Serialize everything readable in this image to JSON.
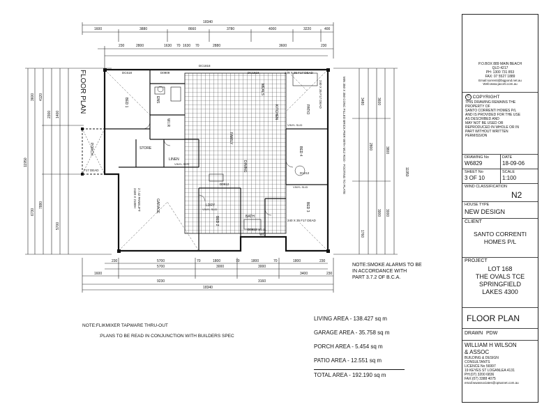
{
  "drawing": {
    "title_vertical": "FLOOR PLAN",
    "overall_width": "18340",
    "top_dims_row1": [
      "1600",
      "3880",
      "8660",
      "3780",
      "4000",
      "3220",
      "400"
    ],
    "top_dims_row2": [
      "230",
      "2800",
      "1630",
      "70",
      "1630",
      "70",
      "2880",
      "3600",
      "230"
    ],
    "bottom_dims_row1": [
      "230",
      "5700",
      "70",
      "1800",
      "70",
      "1800",
      "70",
      "1800",
      "230"
    ],
    "bottom_dims_row2": [
      "5700",
      "3000",
      "3000"
    ],
    "bottom_dims_row3": [
      "1600",
      "9230",
      "3160",
      "3400",
      "230"
    ],
    "bottom_overall": "18340",
    "left_overall": "11950",
    "right_overall": "11950",
    "left_dims": [
      "3600",
      "4120",
      "2300",
      "1400",
      "7880",
      "5700",
      "6730"
    ],
    "right_dims": [
      "3480",
      "2800",
      "3600",
      "3800",
      "3900",
      "3000",
      "1760"
    ],
    "rooms": {
      "bed1": "BED 1",
      "bed2": "BED 2",
      "bed3": "BED 3",
      "bed4": "BED 4",
      "garage": "GARAGE",
      "patio": "PATIO",
      "store": "STORE",
      "linen": "LINEN",
      "ens": "ENS",
      "porch": "PORCH",
      "wir": "W.I.R",
      "kitchen": "KITCHEN",
      "family": "FAMILY",
      "dining": "DINING",
      "meals": "MEALS",
      "laundry": "LDRY",
      "bath": "BATH",
      "wc": "WC"
    },
    "openings": [
      "DC618",
      "D0909",
      "DC1818",
      "DC1818",
      "D0912",
      "D0912",
      "D1212"
    ],
    "beams": [
      "240 X 35 F17 DEAD",
      "240 X 35 F17 DEAD",
      "240 X 35 F17 DEAD",
      "F17 DEAD"
    ],
    "misc_labels": [
      "VINYL SLID",
      "VINYL SLID",
      "VINYL SLID",
      "VINYL SLID",
      "1/3 GL"
    ],
    "pier_note": "MIN 350 X 350 CONC FILLED BRICK PIER WITH M12 ROD - FOOTING TO PLATE",
    "garage_note": "2 / 42 PANELIFT\n2430 X 2100H",
    "smoke_note": "NOTE:SMOKE ALARMS TO BE\nIN ACCORDANCE WITH\nPART 3.7.2 OF B.C.A.",
    "flick_note": "NOTE:FLIKMIXER TAPWARE THRU-OUT",
    "plans_note": ":PLANS TO BE READ IN CONJUNCTION WITH BUILDERS SPEC",
    "areas": [
      {
        "label": "LIVING AREA - 138.427 sq m"
      },
      {
        "label": "GARAGE AREA - 35.758 sq m"
      },
      {
        "label": "PORCH AREA - 5.454 sq m"
      },
      {
        "label": "PATIO AREA - 12.551 sq m"
      }
    ],
    "total_area": "TOTAL AREA - 192.190 sq m"
  },
  "title_block": {
    "address_lines": [
      "P.O.BOX 889 MAIN BEACH",
      "QLD 4217",
      "PH: 1300 731 853",
      "FAX: 07 5527 1889",
      "Email:sorrenti@bigpond.net.au",
      "Web:www.jacorti.com.au"
    ],
    "copyright_heading": "COPYRIGHT",
    "copyright_text": [
      "THIS DRAWING REMAINS THE",
      "PROPERTY OF",
      "SANTO CORRENTI HOMES P/L",
      "AND IS PROVIDED FOR THE USE",
      "AS DESCRIBED AND",
      "MAY NOT BE USED OR",
      "REPRODUCED IN WHOLE OR IN",
      "PART WITHOUT WRITTEN",
      "PERMISSION"
    ],
    "drawing_no_label": "DRAWING No",
    "drawing_no": "W6829",
    "date_label": "DATE",
    "date": "18-09-06",
    "sheet_no_label": "SHEET No",
    "sheet_no": "3 OF 10",
    "scale_label": "SCALE",
    "scale": "1:100",
    "wind_label": "WIND CLASSIFICATION",
    "wind_value": "N2",
    "house_type_label": "HOUSE TYPE",
    "house_type": "NEW DESIGN",
    "client_label": "CLIENT",
    "client_lines": [
      "SANTO CORRENTI",
      "HOMES P/L"
    ],
    "project_label": "PROJECT",
    "project_lines": [
      "LOT 168",
      "THE OVALS TCE",
      "SPRINGFIELD",
      "LAKES 4300"
    ],
    "sheet_title": "FLOOR PLAN",
    "drawn_label": "DRAWN",
    "drawn_by": "PDW",
    "firm_lines": [
      "WILLIAM H WILSON",
      "& ASSOC"
    ],
    "firm_details": [
      "BUILDING & DESIGN",
      "CONSULTANTS",
      "LICENCE No 56997",
      "19 KEYES ST LOGANLEA 4131",
      "PH:(07) 3200 6836",
      "FAX:(07) 3388 4075",
      "email:wwassociates@optusnet.com.au"
    ]
  }
}
